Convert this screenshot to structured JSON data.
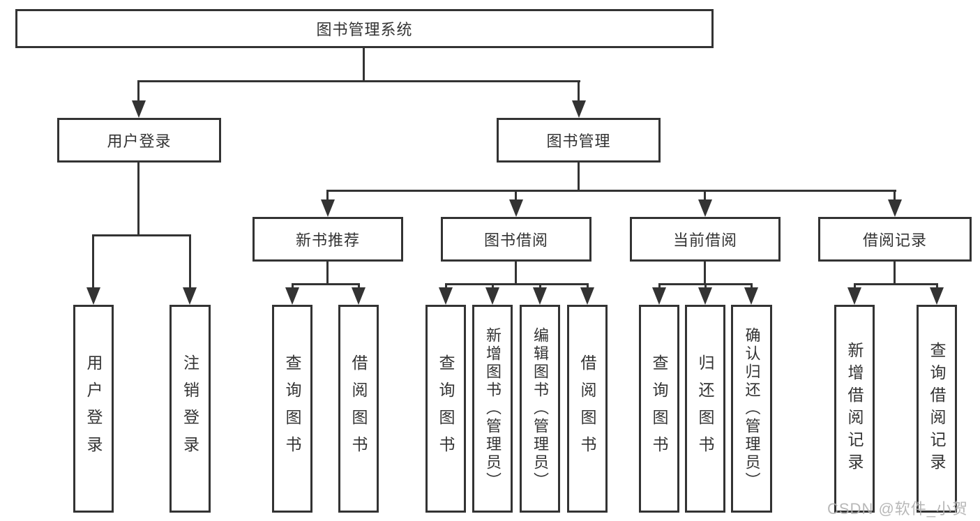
{
  "tree": {
    "root": "图书管理系统",
    "user_login": {
      "label": "用户登录",
      "children": [
        "用户登录",
        "注销登录"
      ]
    },
    "book_mgmt": {
      "label": "图书管理",
      "children": [
        {
          "label": "新书推荐",
          "children": [
            "查询图书",
            "借阅图书"
          ]
        },
        {
          "label": "图书借阅",
          "children": [
            "查询图书",
            "新增图书（管理员）",
            "编辑图书（管理员）",
            "借阅图书"
          ]
        },
        {
          "label": "当前借阅",
          "children": [
            "查询图书",
            "归还图书",
            "确认归还（管理员）"
          ]
        },
        {
          "label": "借阅记录",
          "children": [
            "新增借阅记录",
            "查询借阅记录"
          ]
        }
      ]
    }
  },
  "watermark": {
    "text": "CSDN @软件_小贺同学"
  },
  "colors": {
    "line": "#333333",
    "box_fill": "#ffffff",
    "text": "#333333",
    "watermark": "#b1b1b1",
    "background": "#ffffff"
  }
}
